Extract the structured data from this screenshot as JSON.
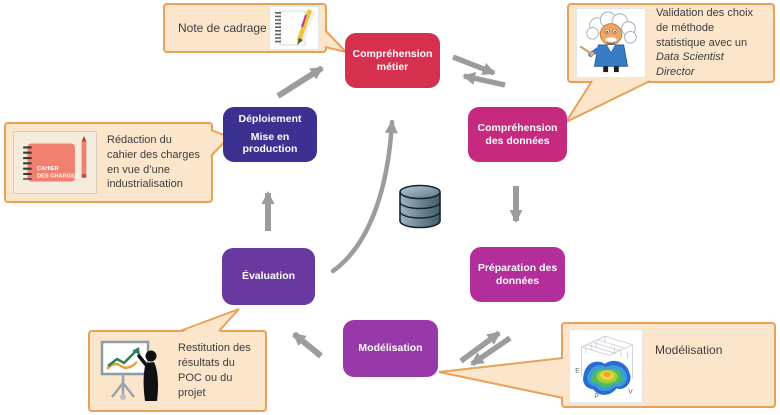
{
  "process": {
    "metier": {
      "line1": "Compréhension",
      "line2": "métier",
      "color": "#D5304E"
    },
    "donnees": {
      "line1": "Compréhension",
      "line2": "des données",
      "color": "#C62A7E"
    },
    "preparation": {
      "line1": "Préparation  des",
      "line2": "données",
      "color": "#B32D9B"
    },
    "modelisation": {
      "line1": "Modélisation",
      "color": "#9839A9"
    },
    "evaluation": {
      "line1": "Évaluation",
      "color": "#6939A0"
    },
    "deploiement": {
      "line1": "Déploiement",
      "line2": "Mise en",
      "line3": "production",
      "color": "#3A3190"
    }
  },
  "callouts": {
    "note_cadrage": {
      "text": "Note de cadrage"
    },
    "validation": {
      "text": "Validation des choix de méthode statistique avec un ",
      "italic": "Data Scientist Director"
    },
    "redaction": {
      "text": "Rédaction du cahier des charges en vue d’une industrialisation"
    },
    "restitution": {
      "text": "Restitution des résultats du POC ou du projet"
    },
    "modelisation": {
      "text": "Modélisation"
    }
  },
  "icons": {
    "names": [
      "notebook-pencil-icon",
      "einstein-pointer-icon",
      "cahier-des-charges-icon",
      "presentation-flipchart-icon",
      "surface-plot-icon",
      "database-icon"
    ],
    "cahier_label": {
      "line1": "CAHIER",
      "line2": "DES CHARGES"
    },
    "surface_axes": {
      "e": "E",
      "p": "P",
      "v": "V"
    }
  },
  "colors": {
    "callout_fill": "#FBE5CB",
    "callout_border": "#E8A158",
    "arrow": "#9C9C9C",
    "background": "#FFFFFF"
  }
}
